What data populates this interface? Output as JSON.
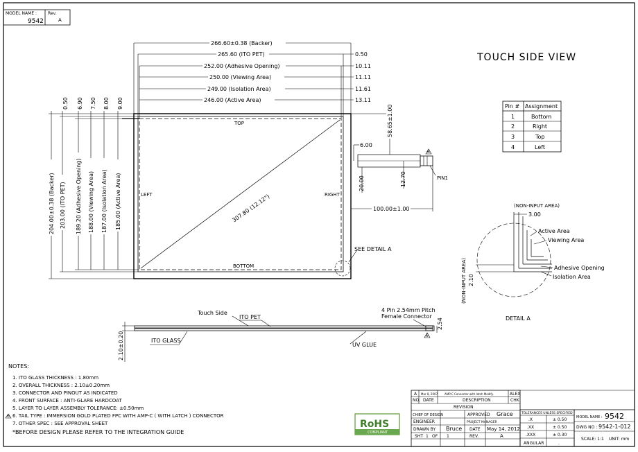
{
  "title_block_top": {
    "model_name_label": "MODEL NAME :",
    "model_name": "9542",
    "rev_label": "Rev.",
    "rev": "A"
  },
  "view_title": "TOUCH SIDE VIEW",
  "horizontal_dims": [
    {
      "value": "266.60±0.38",
      "label": "(Backer)",
      "offset": ""
    },
    {
      "value": "265.60",
      "label": "(ITO PET)",
      "offset": "0.50"
    },
    {
      "value": "252.00",
      "label": "(Adhesive Opening)",
      "offset": "10.11"
    },
    {
      "value": "250.00",
      "label": "(Viewing Area)",
      "offset": "11.11"
    },
    {
      "value": "249.00",
      "label": "(Isolation Area)",
      "offset": "11.61"
    },
    {
      "value": "246.00",
      "label": "(Active Area)",
      "offset": "13.11"
    }
  ],
  "vertical_offsets": [
    "0.50",
    "6.90",
    "7.50",
    "8.00",
    "9.00"
  ],
  "vertical_dims": [
    {
      "value": "204.00±0.38",
      "label": "(Backer)"
    },
    {
      "value": "203.00",
      "label": "(ITO PET)"
    },
    {
      "value": "189.20",
      "label": "(Adhesive Opening)"
    },
    {
      "value": "188.00",
      "label": "(Viewing Area)"
    },
    {
      "value": "187.00",
      "label": "(Isolation Area)"
    },
    {
      "value": "185.00",
      "label": "(Active Area)"
    }
  ],
  "panel_labels": {
    "top": "TOP",
    "bottom": "BOTTOM",
    "left": "LEFT",
    "right": "RIGHT"
  },
  "diagonal": "307.80 (12.12\")",
  "tail_dims": {
    "d1": "58.65±1.00",
    "d2": "6.00",
    "d3": "20.00",
    "d4": "12.70",
    "d5": "100.00±1.00",
    "pin1": "PIN1",
    "marker": "6"
  },
  "see_detail": "SEE DETAIL A",
  "pin_table": {
    "headers": [
      "Pin #",
      "Assignment"
    ],
    "rows": [
      [
        "1",
        "Bottom"
      ],
      [
        "2",
        "Right"
      ],
      [
        "3",
        "Top"
      ],
      [
        "4",
        "Left"
      ]
    ]
  },
  "detail": {
    "non_input_top": "(NON-INPUT AREA)",
    "dim_top": "3.00",
    "non_input_left": "(NON-INPUT AREA)",
    "dim_left": "2.10",
    "active": "Active Area",
    "viewing": "Viewing Area",
    "adhesive": "Adhesive Opening",
    "isolation": "Isolation Area",
    "title": "DETAIL A"
  },
  "side_view": {
    "touch_side": "Touch Side",
    "ito_pet": "ITO PET",
    "ito_glass": "ITO GLASS",
    "uv_glue": "UV GLUE",
    "thickness": "2.10±0.20",
    "connector": "4 Pin 2.54mm Pitch",
    "connector2": "Female Connector",
    "pitch": "2.54",
    "marker": "6"
  },
  "notes": {
    "title": "NOTES:",
    "items": [
      "1. ITO GLASS THICKNESS : 1.80mm",
      "2. OVERALL THICKNESS : 2.10±0.20mm",
      "3. CONNECTOR AND PINOUT AS INDICATED",
      "4. FRONT SURFACE : ANTI-GLARE HARDCOAT",
      "5. LAYER TO LAYER ASSEMBLY TOLERANCE: ±0.50mm",
      "6. TAIL TYPE : IMMERSION GOLD PLATED FPC WITH AMP-C ( WITH LATCH )  CONNECTOR",
      "7. OTHER SPEC : SEE APPROVAL SHEET",
      "*BEFORE DESIGN PLEASE REFER TO THE INTEGRATION GUIDE"
    ],
    "marker": "6"
  },
  "rohs": {
    "main": "RoHS",
    "sub": "COMPLIANT"
  },
  "revision_table": {
    "row": [
      "A",
      "Mar 8, 2007",
      "AMP-C Connector with latch Modify.",
      "ALEX"
    ],
    "headers": [
      "NO.",
      "DATE",
      "DESCRIPTION",
      "CHK"
    ],
    "title": "REVISION"
  },
  "approvals": {
    "chief": "CHIEF OF DESIGN",
    "approved": "APPROVED",
    "approved_by": "Grace",
    "engineer": "ENGINEER",
    "pm": "PROJECT MANAGER",
    "drawn_by_label": "DRAWN BY",
    "drawn_by": "Bruce",
    "date_label": "DATE",
    "date": "May 14, 2012",
    "sht": "SHT",
    "sht_no": "1",
    "of": "OF",
    "of_no": "1",
    "rev_label": "REV.",
    "rev": "A"
  },
  "tolerances": {
    "title": "TOLERANCES UNLESS SPECIFIED",
    "rows": [
      [
        ".X",
        "± 0.50"
      ],
      [
        ".XX",
        "± 0.50"
      ],
      [
        ".XXX",
        "± 0.30"
      ]
    ],
    "angular": "ANGULAR",
    "angular_val": "."
  },
  "model_block": {
    "model_label": "MODEL NAME :",
    "model": "9542",
    "dwg_label": "DWG NO :",
    "dwg": "9542-1-012",
    "scale": "SCALE: 1:1",
    "unit": "UNIT: mm"
  }
}
